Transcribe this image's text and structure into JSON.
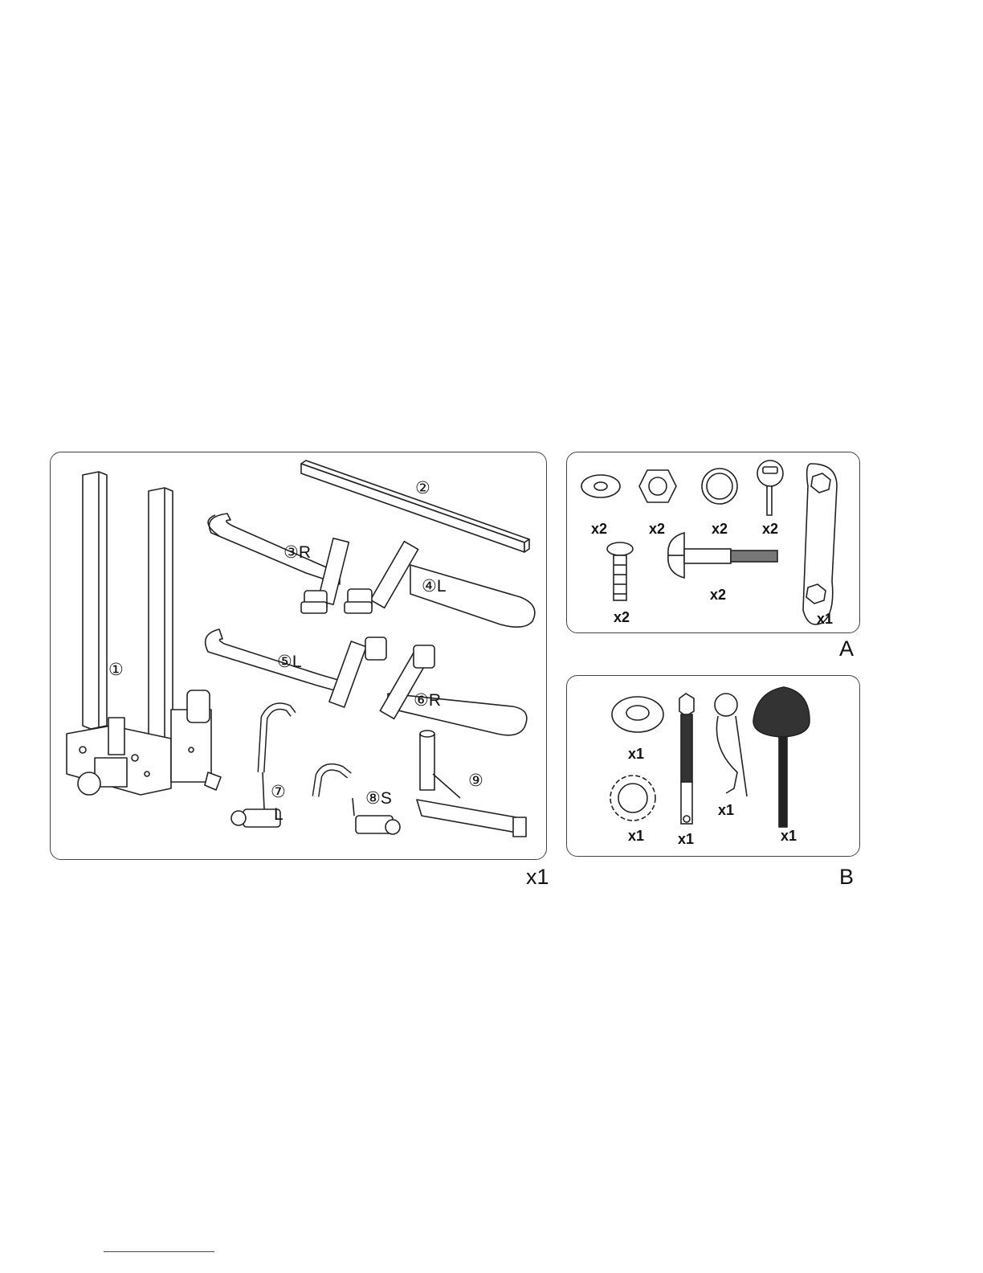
{
  "parts_panel": {
    "part_1": "①",
    "part_2": "②",
    "part_3": "③R",
    "part_4": "④L",
    "part_5": "⑤L",
    "part_6": "⑥R",
    "part_7": "⑦",
    "part_7_side": "L",
    "part_8": "⑧S",
    "part_9": "⑨",
    "quantity": "x1"
  },
  "hardware_a": {
    "label": "A",
    "items": [
      {
        "name": "washer",
        "qty": "x2"
      },
      {
        "name": "lock-nut",
        "qty": "x2"
      },
      {
        "name": "star-washer",
        "qty": "x2"
      },
      {
        "name": "key",
        "qty": "x2"
      },
      {
        "name": "knob-screw",
        "qty": "x2"
      },
      {
        "name": "carriage-bolt",
        "qty": "x2"
      },
      {
        "name": "wrench",
        "qty": "x1"
      }
    ]
  },
  "hardware_b": {
    "label": "B",
    "items": [
      {
        "name": "washer",
        "qty": "x1"
      },
      {
        "name": "toothed-lock-washer",
        "qty": "x1"
      },
      {
        "name": "hitch-bolt",
        "qty": "x1"
      },
      {
        "name": "hitch-pin-clip",
        "qty": "x1"
      },
      {
        "name": "anti-wobble-knob",
        "qty": "x1"
      }
    ]
  }
}
